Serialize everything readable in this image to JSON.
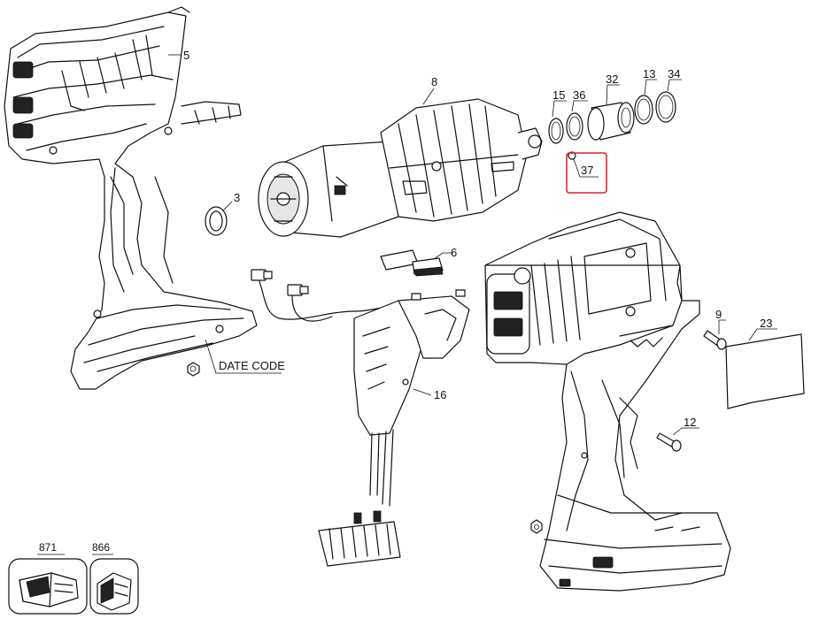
{
  "diagram": {
    "parts": {
      "p5": "5",
      "p8": "8",
      "p15": "15",
      "p36": "36",
      "p32": "32",
      "p13": "13",
      "p34": "34",
      "p37": "37",
      "p3": "3",
      "p6": "6",
      "p9": "9",
      "p23": "23",
      "p16": "16",
      "p12": "12",
      "p871": "871",
      "p866": "866"
    },
    "date_code_label": "DATE CODE",
    "highlight_color": "#e0242b"
  }
}
